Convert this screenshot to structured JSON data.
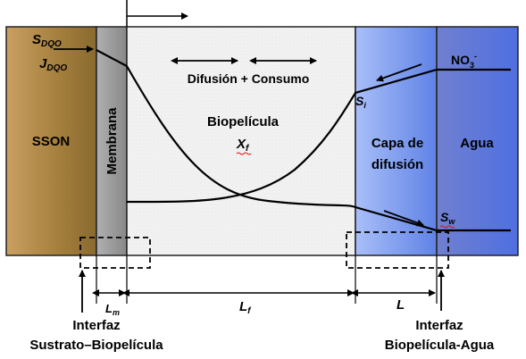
{
  "regions": {
    "sson": "SSON",
    "membrana": "Membrana",
    "biopelicula": "Biopelícula",
    "capa_line1": "Capa de",
    "capa_line2": "difusión",
    "agua": "Agua"
  },
  "labels": {
    "difusion_consumo": "Difusión + Consumo",
    "s_dqo_main": "S",
    "s_dqo_sub": "DQO",
    "j_dqo_main": "J",
    "j_dqo_sub": "DQO",
    "xf_main": "X",
    "xf_sub": "f",
    "si_main": "S",
    "si_sub": "i",
    "sw_main": "S",
    "sw_sub": "w",
    "no3_main": "NO",
    "no3_sub": "3",
    "no3_sup": "-",
    "lm_main": "L",
    "lm_sub": "m",
    "lf_main": "L",
    "lf_sub": "f",
    "l_main": "L"
  },
  "interfaces": {
    "left_line1": "Interfaz",
    "left_line2": "Sustrato–Biopelícula",
    "right_line1": "Interfaz",
    "right_line2": "Biopelícula-Agua"
  },
  "colors": {
    "sson": "#b58c45",
    "membrane": "#999999",
    "biofilm": "#f2f2f2",
    "diffusion_layer": "#7a9cf0",
    "water": "#6680d8"
  }
}
